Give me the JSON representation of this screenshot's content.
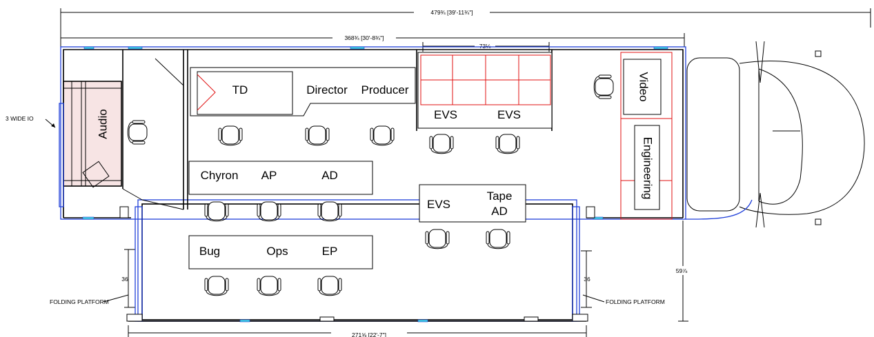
{
  "labels": {
    "audio": "Audio",
    "td": "TD",
    "director": "Director",
    "producer": "Producer",
    "evs_top_left": "EVS",
    "evs_top_right": "EVS",
    "video": "Video",
    "engineering": "Engineering",
    "chyron": "Chyron",
    "ap": "AP",
    "ad": "AD",
    "evs_mid": "EVS",
    "tape": "Tape",
    "tape_ad": "AD",
    "bug": "Bug",
    "ops": "Ops",
    "ep": "EP"
  },
  "dimensions": {
    "overall_length": "479¾ [39'-11¾\"]",
    "box_length": "368¾ [30'-8¾\"]",
    "evs_width": "73⅛",
    "expando_length": "271⅝ [22'-7\"]",
    "height_right": "59⅞",
    "door_left": "36",
    "door_right": "36"
  },
  "annotations": {
    "wide_io": "3 WIDE IO",
    "folding_platform_left": "FOLDING PLATFORM",
    "folding_platform_right": "FOLDING PLATFORM"
  },
  "colors": {
    "wall": "#000000",
    "outline": "#1f3fd9",
    "window": "#3fd0e0",
    "rack": "#e01010",
    "audio_fill": "#f7e4e4"
  }
}
